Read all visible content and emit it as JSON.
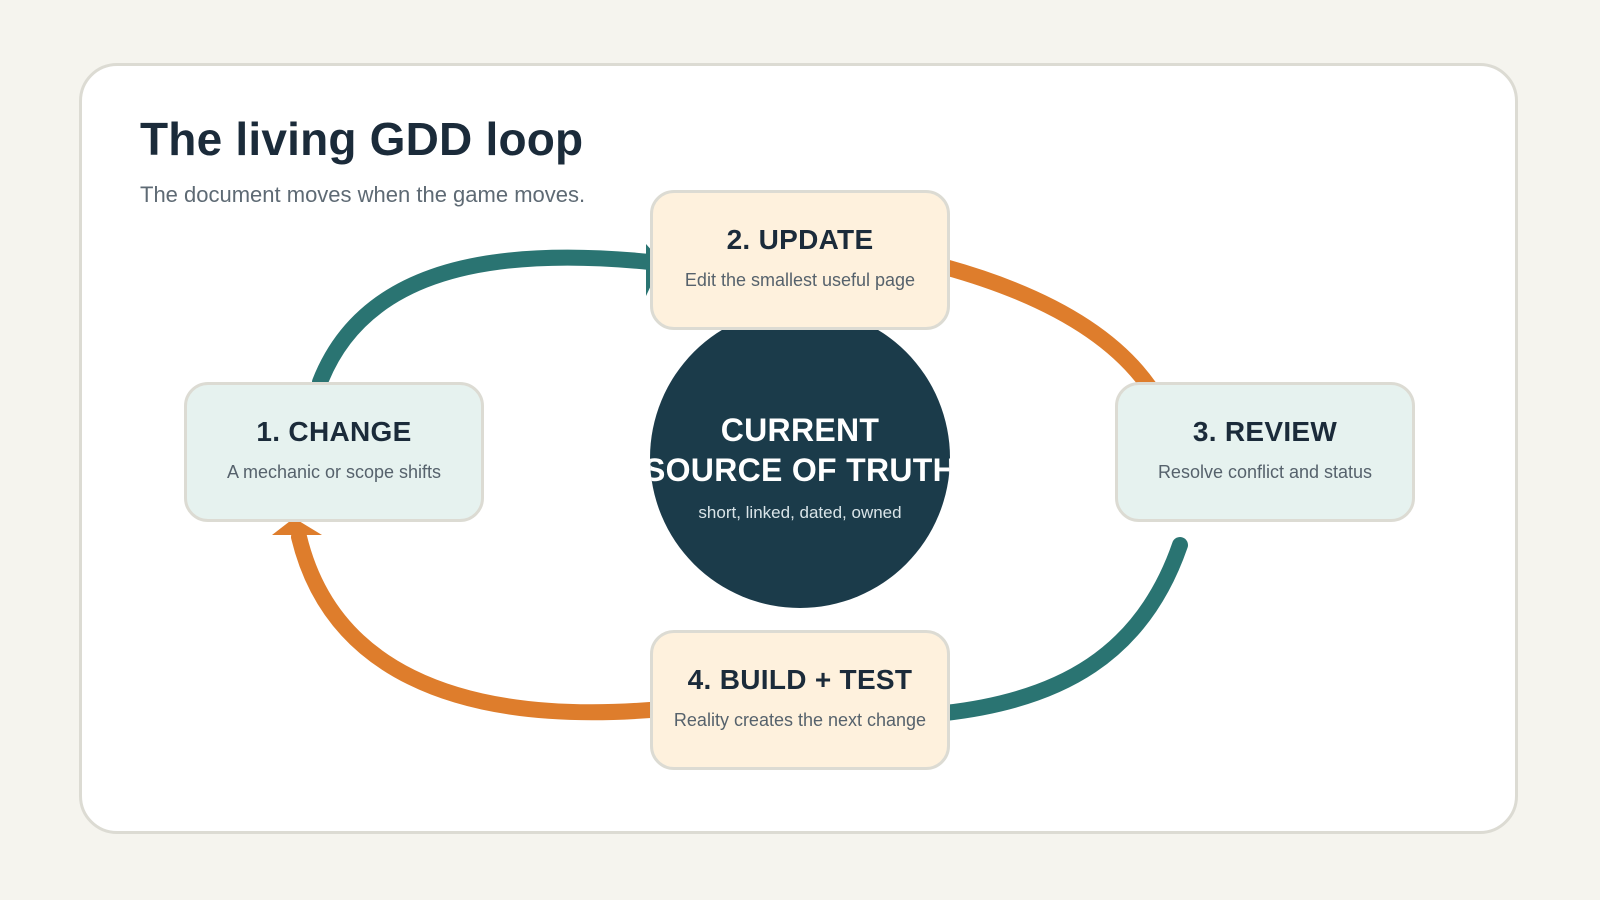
{
  "header": {
    "title": "The living GDD loop",
    "subtitle": "The document moves when the game moves."
  },
  "center": {
    "line1": "CURRENT",
    "line2": "SOURCE OF TRUTH",
    "caption": "short, linked, dated, owned"
  },
  "steps": [
    {
      "title": "1. CHANGE",
      "description": "A mechanic or scope shifts"
    },
    {
      "title": "2. UPDATE",
      "description": "Edit the smallest useful page"
    },
    {
      "title": "3. REVIEW",
      "description": "Resolve conflict and status"
    },
    {
      "title": "4. BUILD + TEST",
      "description": "Reality creates the next change"
    }
  ],
  "colors": {
    "background": "#f5f4ee",
    "card": "#ffffff",
    "teal": "#2a7472",
    "orange": "#de7d2c",
    "navy": "#1b3b4a",
    "teal_fill": "#e6f2ef",
    "cream_fill": "#fef1dd"
  }
}
